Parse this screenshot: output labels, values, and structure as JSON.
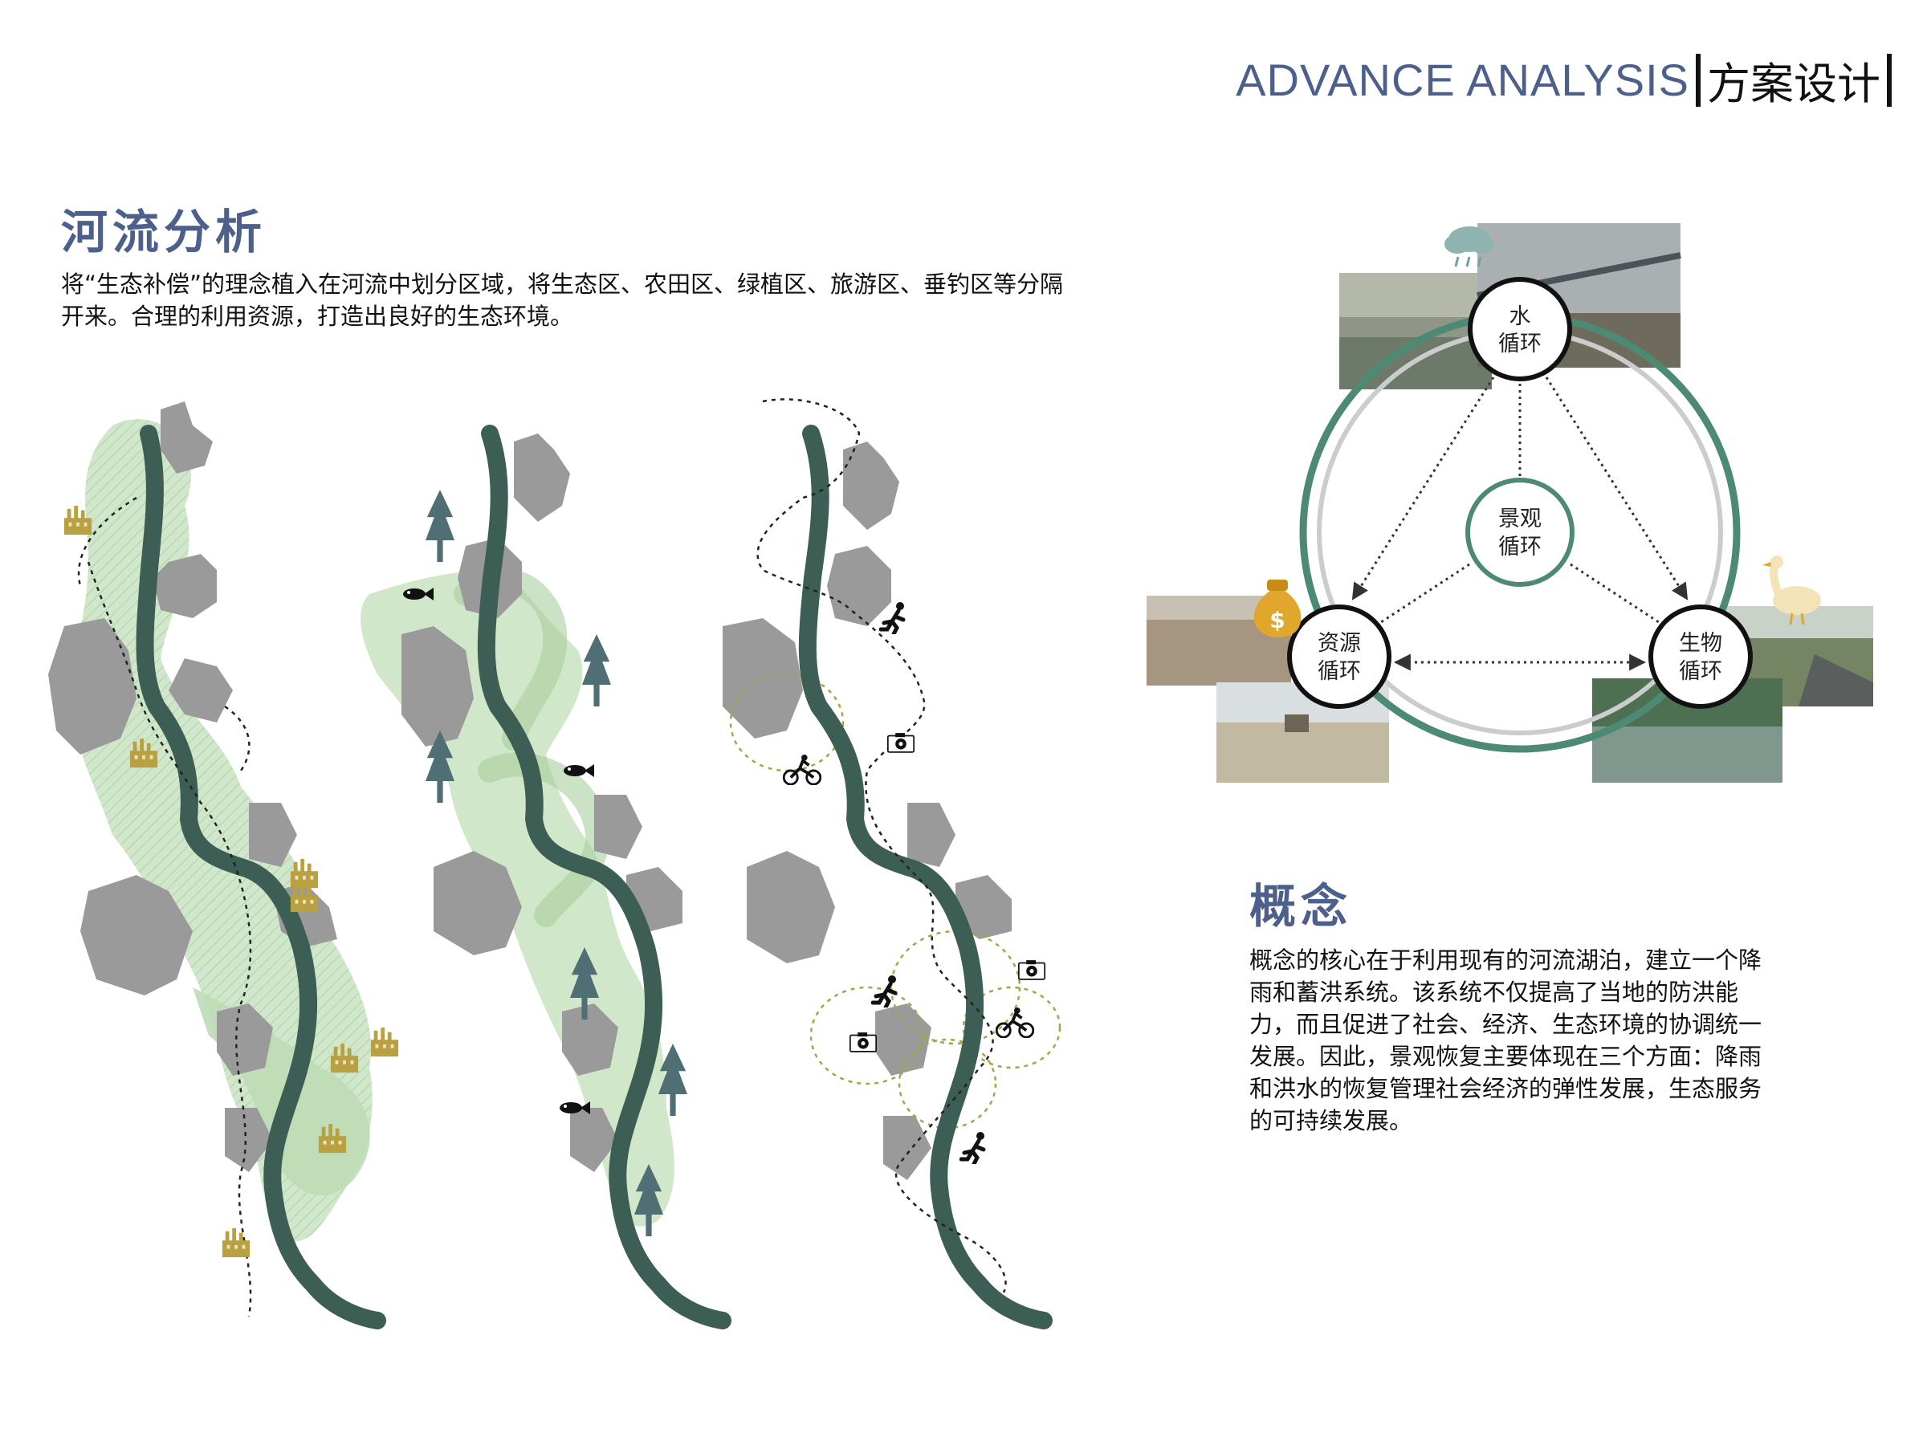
{
  "header": {
    "english": "ADVANCE ANALYSIS",
    "chinese": "方案设计"
  },
  "river_analysis": {
    "title": "河流分析",
    "description": "将“生态补偿”的理念植入在河流中划分区域，将生态区、农田区、绿植区、旅游区、垂钓区等分隔开来。合理的利用资源，打造出良好的生态环境。"
  },
  "concept": {
    "title": "概念",
    "description": "概念的核心在于利用现有的河流湖泊，建立一个降雨和蓄洪系统。该系统不仅提高了当地的防洪能力，而且促进了社会、经济、生态环境的协调统一发展。因此，景观恢复主要体现在三个方面：降雨和洪水的恢复管理社会经济的弹性发展，生态服务的可持续发展。"
  },
  "cycle": {
    "water": [
      "水",
      "循环"
    ],
    "landscape": [
      "景观",
      "循环"
    ],
    "resource": [
      "资源",
      "循环"
    ],
    "biology": [
      "生物",
      "循环"
    ]
  },
  "colors": {
    "accent_blue": "#4d5f8c",
    "river_green": "#3d5e55",
    "ring_green": "#4c8a73",
    "zone_green": "#c9e3c1",
    "city_gray": "#9a9a9a",
    "industry_gold": "#b9a142",
    "tree_teal": "#4f6f74"
  },
  "icons": {
    "cloud": "rain-cloud-icon",
    "money": "money-bag-icon",
    "goose": "goose-icon",
    "fish": "fish-icon",
    "runner": "runner-icon",
    "cyclist": "cyclist-icon",
    "camera": "camera-icon",
    "tree": "pine-tree-icon",
    "factory": "factory-icon"
  }
}
